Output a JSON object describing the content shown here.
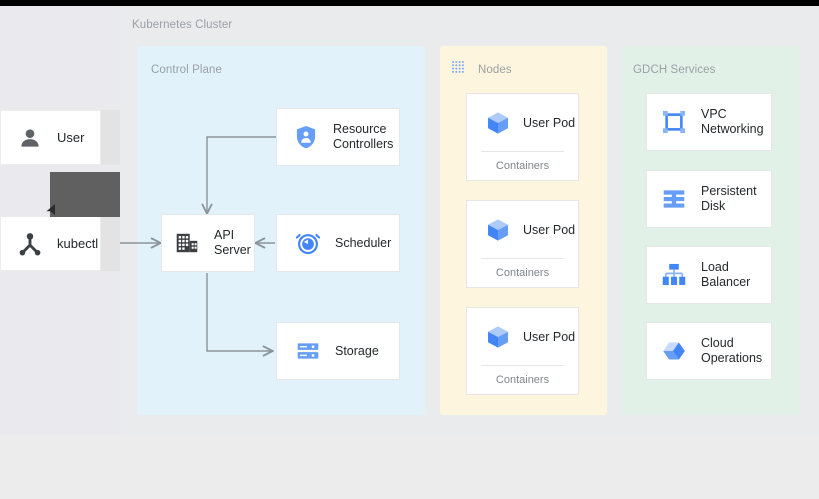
{
  "diagram": {
    "cluster_label": "Kubernetes Cluster",
    "panels": {
      "control_plane": {
        "title": "Control Plane",
        "color": "#e1f2fb"
      },
      "nodes": {
        "title": "Nodes",
        "color": "#fdf5dd",
        "icon": "dotted-grid-icon"
      },
      "gdch": {
        "title": "GDCH Services",
        "color": "#e2f1e8"
      }
    },
    "actors": [
      {
        "id": "user",
        "label": "User",
        "icon": "person-icon"
      },
      {
        "id": "kubectl",
        "label": "kubectl",
        "icon": "kubectl-icon"
      }
    ],
    "control_plane_nodes": [
      {
        "id": "resource-controllers",
        "label": "Resource\nControllers",
        "icon": "shield-person-icon"
      },
      {
        "id": "api-server",
        "label": "API\nServer",
        "icon": "server-building-icon"
      },
      {
        "id": "scheduler",
        "label": "Scheduler",
        "icon": "alarm-clock-icon"
      },
      {
        "id": "storage",
        "label": "Storage",
        "icon": "storage-disks-icon"
      }
    ],
    "pods": [
      {
        "id": "user-pod-1",
        "label": "User Pod",
        "sublabel": "Containers",
        "icon": "cube-icon"
      },
      {
        "id": "user-pod-2",
        "label": "User Pod",
        "sublabel": "Containers",
        "icon": "cube-icon"
      },
      {
        "id": "user-pod-3",
        "label": "User Pod",
        "sublabel": "Containers",
        "icon": "cube-icon"
      }
    ],
    "gdch_services": [
      {
        "id": "vpc-networking",
        "label": "VPC\nNetworking",
        "icon": "vpc-network-icon"
      },
      {
        "id": "persistent-disk",
        "label": "Persistent\nDisk",
        "icon": "persistent-disk-icon"
      },
      {
        "id": "load-balancer",
        "label": "Load\nBalancer",
        "icon": "load-balancer-icon"
      },
      {
        "id": "cloud-operations",
        "label": "Cloud\nOperations",
        "icon": "cloud-operations-icon"
      }
    ],
    "connections": [
      {
        "from": "kubectl",
        "to": "api-server"
      },
      {
        "from": "resource-controllers",
        "to": "api-server"
      },
      {
        "from": "scheduler",
        "to": "api-server"
      },
      {
        "from": "api-server",
        "to": "storage"
      }
    ],
    "colors": {
      "accent_blue": "#4285f4",
      "light_blue": "#8ab4f8",
      "dark_gray": "#5f6368",
      "wire_gray": "#8a9399",
      "card_white": "#ffffff",
      "overlay_gray": "#606060"
    }
  }
}
